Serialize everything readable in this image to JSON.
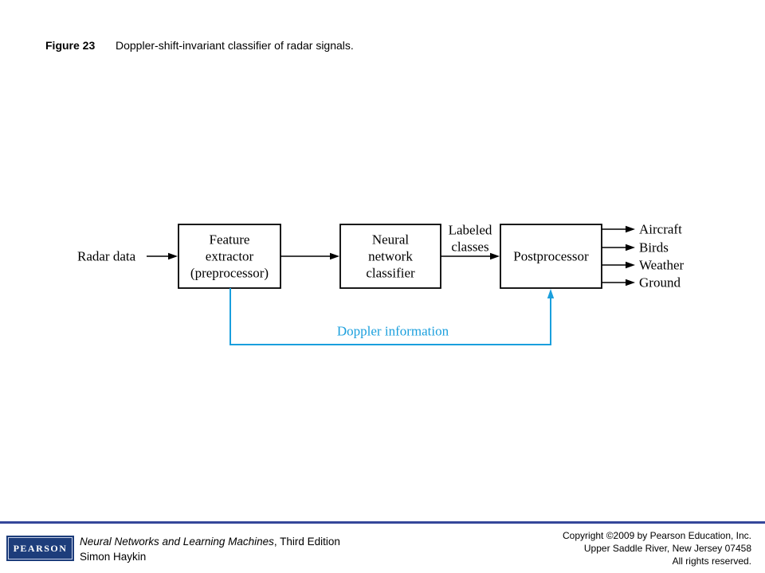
{
  "slide": {
    "figure_label": "Figure 23",
    "figure_caption": "Doppler-shift-invariant classifier of radar signals."
  },
  "diagram": {
    "input_label": "Radar data",
    "blocks": [
      {
        "lines": [
          "Feature",
          "extractor",
          "(preprocessor)"
        ]
      },
      {
        "lines": [
          "Neural",
          "network",
          "classifier"
        ]
      },
      {
        "lines": [
          "Postprocessor"
        ]
      }
    ],
    "edge_label": [
      "Labeled",
      "classes"
    ],
    "outputs": [
      "Aircraft",
      "Birds",
      "Weather",
      "Ground"
    ],
    "feedback_label": "Doppler information",
    "colors": {
      "feedback": "#1a9fdd",
      "line": "#000000"
    }
  },
  "footer": {
    "logo_text": "PEARSON",
    "book_title": "Neural Networks and Learning Machines",
    "book_edition": ", Third Edition",
    "author": "Simon Haykin",
    "copyright_lines": [
      "Copyright ©2009 by Pearson Education, Inc.",
      "Upper Saddle River, New Jersey 07458",
      "All rights reserved."
    ],
    "colors": {
      "rule": "#35479a",
      "logo_bg": "#1d3d7b"
    }
  }
}
